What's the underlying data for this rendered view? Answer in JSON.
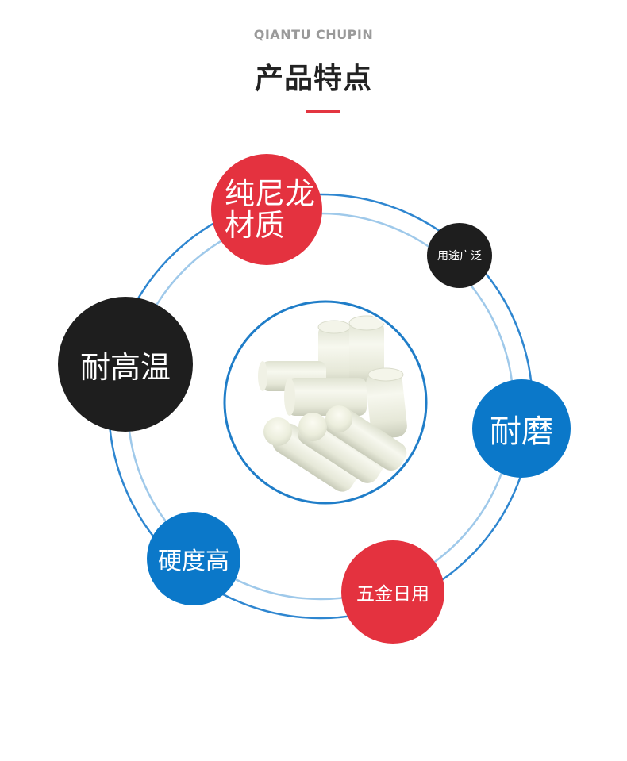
{
  "header": {
    "subtitle": "QIANTU CHUPIN",
    "title": "产品特点",
    "accent_color": "#e33540"
  },
  "features": {
    "nylon_line1": "纯尼龙",
    "nylon_line2": "材质",
    "wide_use": "用途广泛",
    "heat": "耐高温",
    "wear": "耐磨",
    "hardness": "硬度高",
    "hardware": "五金日用"
  },
  "colors": {
    "red": "#e4323f",
    "black": "#1e1e1e",
    "blue": "#0b78c9",
    "ring": "#2e86d0",
    "ring_light": "#9fc9ea"
  },
  "product_image": {
    "icon": "nylon-rods-image"
  }
}
